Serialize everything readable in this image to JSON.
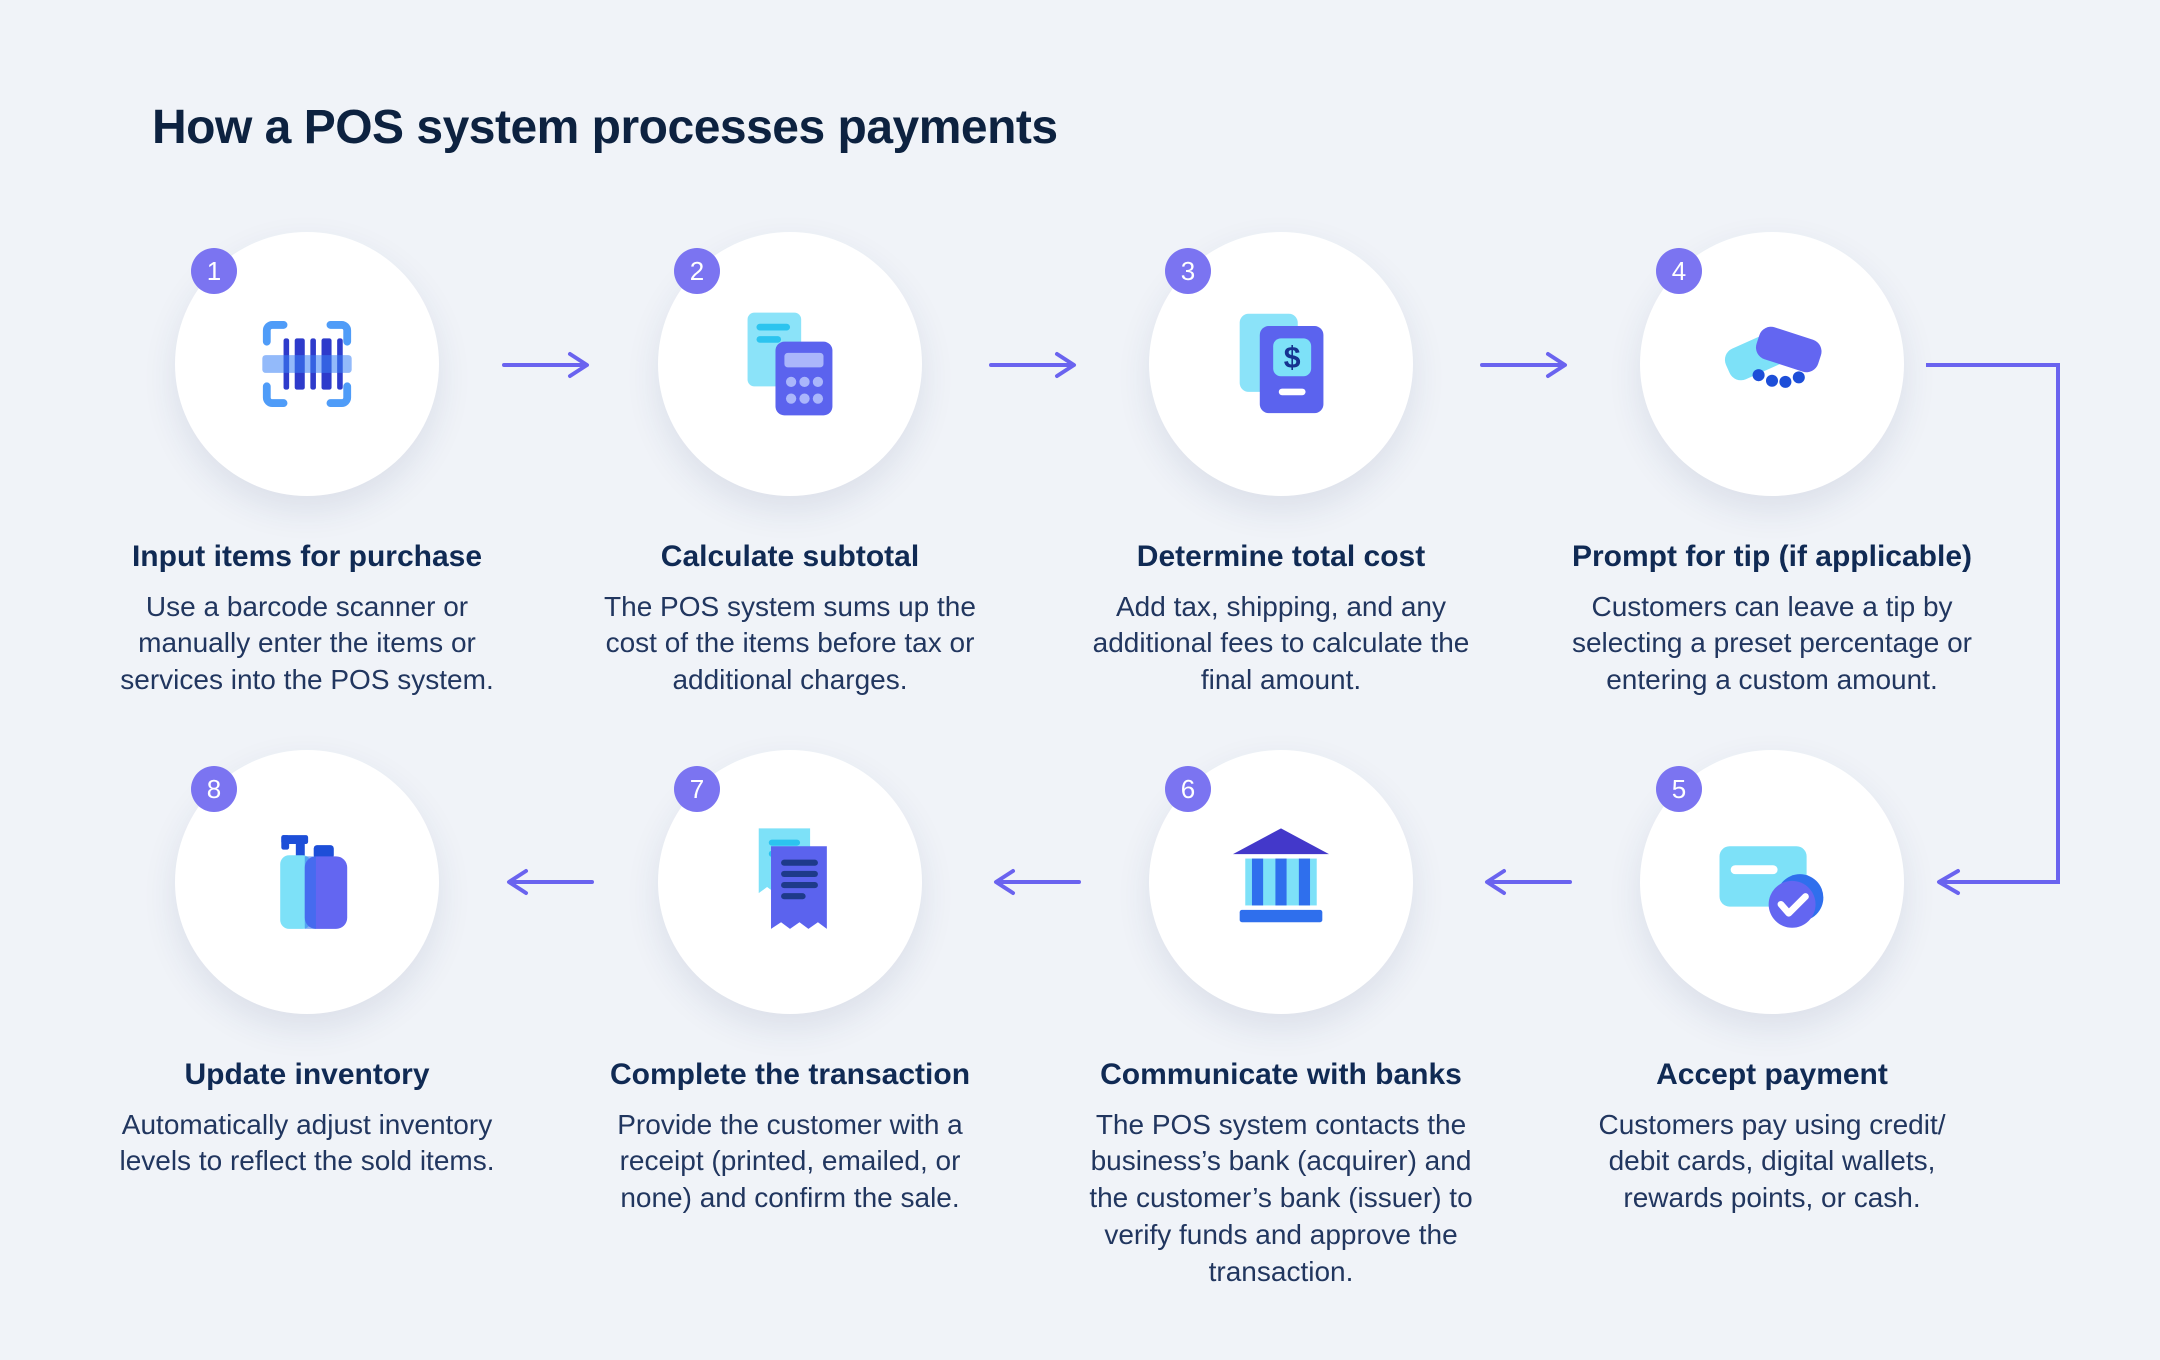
{
  "title": "How a POS system processes payments",
  "steps": [
    {
      "number": "1",
      "title": "Input items for purchase",
      "description": "Use a barcode scanner or manually enter the items or services into the POS system.",
      "icon": "barcode-scanner-icon"
    },
    {
      "number": "2",
      "title": "Calculate subtotal",
      "description": "The POS system sums up the cost of the items before tax or additional charges.",
      "icon": "receipt-calculator-icon"
    },
    {
      "number": "3",
      "title": "Determine total cost",
      "description": "Add tax, shipping, and any additional fees to calculate the final amount.",
      "icon": "bill-dollar-icon"
    },
    {
      "number": "4",
      "title": "Prompt for tip (if applicable)",
      "description": "Customers can leave a tip by selecting a preset percentage or entering a custom amount.",
      "icon": "handshake-icon"
    },
    {
      "number": "5",
      "title": "Accept payment",
      "description": "Customers pay using credit/ debit cards, digital wallets, rewards points, or cash.",
      "icon": "card-check-icon"
    },
    {
      "number": "6",
      "title": "Communicate with banks",
      "description": "The POS system contacts the business’s bank (acquirer) and the customer’s bank (issuer) to verify funds and approve the transaction.",
      "icon": "bank-icon"
    },
    {
      "number": "7",
      "title": "Complete the transaction",
      "description": "Provide the customer with a receipt (printed, emailed, or none) and confirm the sale.",
      "icon": "receipt-icon"
    },
    {
      "number": "8",
      "title": "Update inventory",
      "description": "Automatically adjust inventory levels to reflect the sold items.",
      "icon": "inventory-products-icon"
    }
  ],
  "colors": {
    "background": "#f0f3f8",
    "arrow_purple": "#6a63ef",
    "badge_purple": "#7b74f1",
    "dark_navy": "#0d2240",
    "icon_cyan": "#7de1f8",
    "icon_blue": "#2f6fed",
    "icon_indigo": "#6366f1",
    "icon_dark_blue": "#1d4ed8",
    "circle_fill": "#ffffff"
  }
}
